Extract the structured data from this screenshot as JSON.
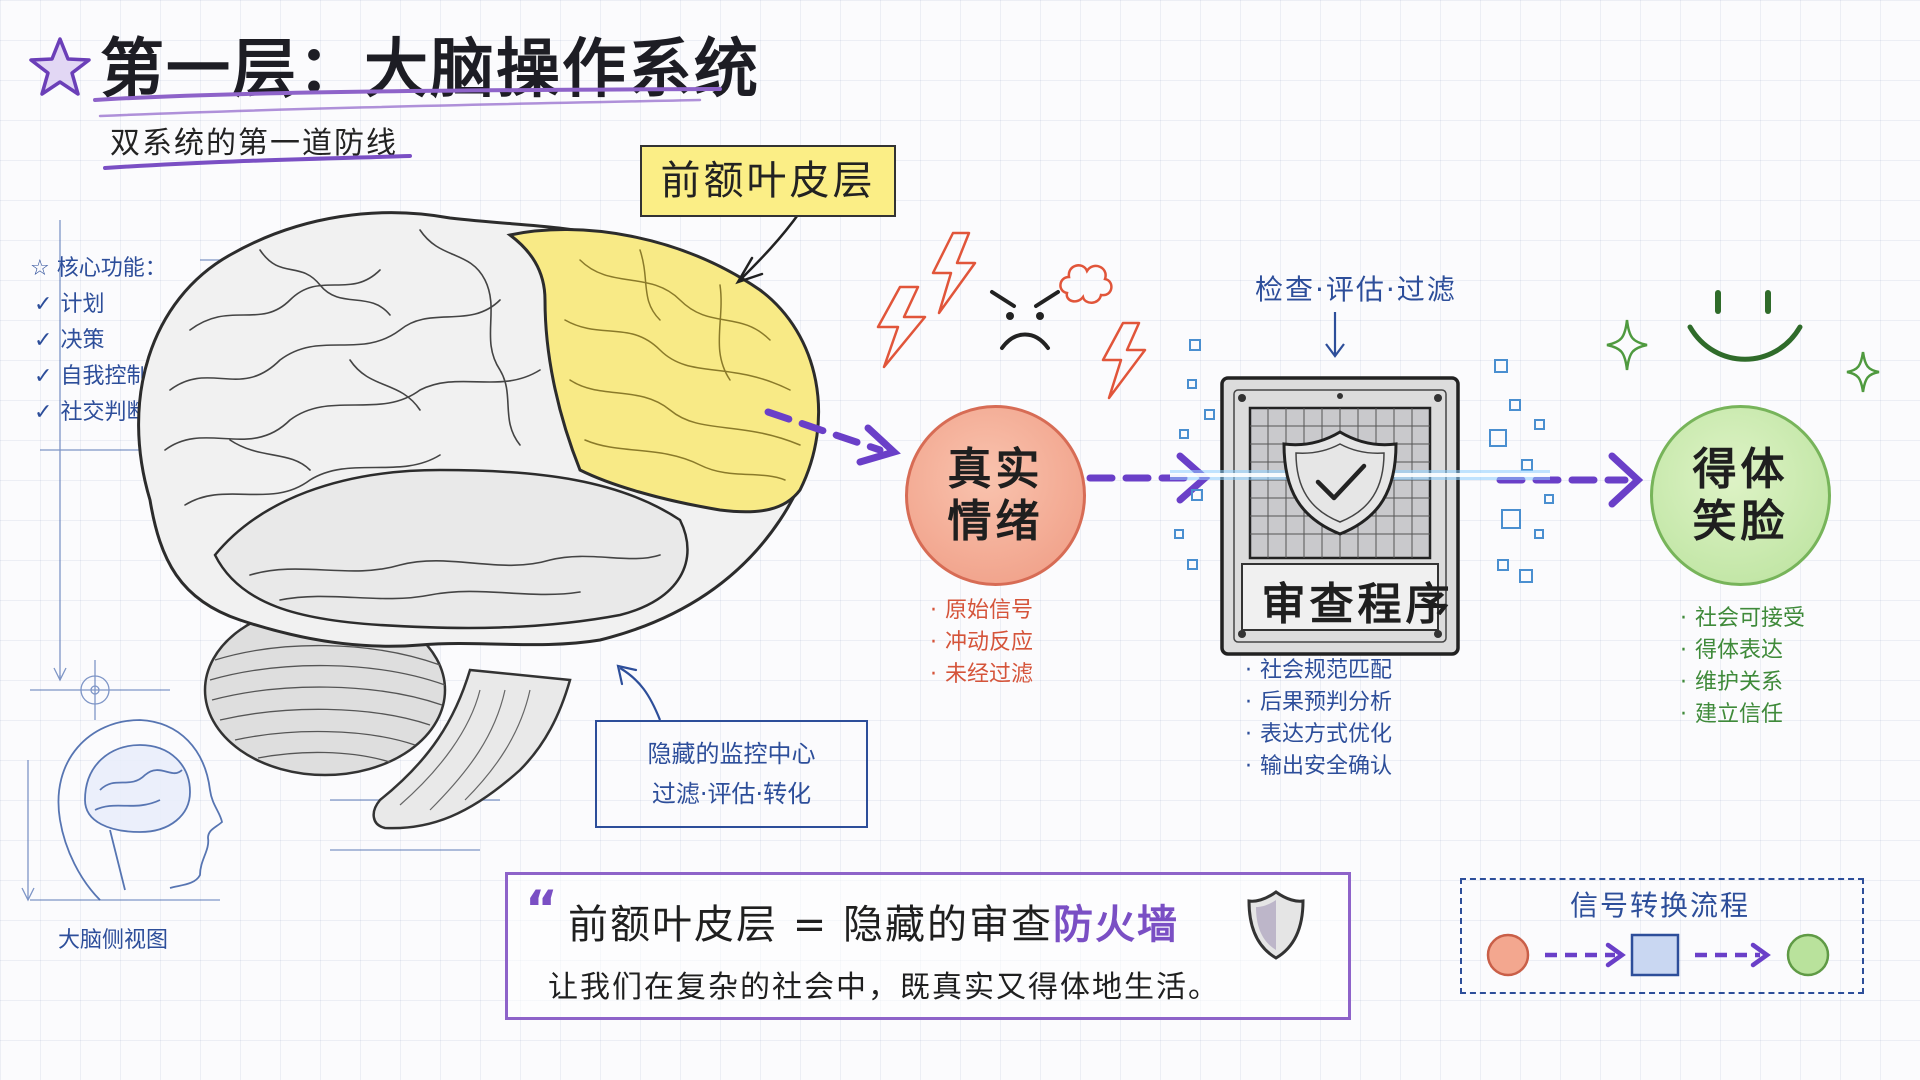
{
  "header": {
    "title": "第一层：大脑操作系统",
    "subtitle": "双系统的第一道防线"
  },
  "core_functions": {
    "title": "核心功能：",
    "items": [
      "计划",
      "决策",
      "自我控制",
      "社交判断"
    ]
  },
  "brain": {
    "pfc_label": "前额叶皮层",
    "side_view_caption": "大脑侧视图",
    "monitor_box": {
      "line1": "隐藏的监控中心",
      "line2": "过滤·评估·转化"
    }
  },
  "stages": {
    "real_emotion": {
      "line1": "真实",
      "line2": "情绪",
      "items": [
        "原始信号",
        "冲动反应",
        "未经过滤"
      ]
    },
    "review": {
      "top_label": "检查·评估·过滤",
      "label": "审查程序",
      "items": [
        "社会规范匹配",
        "后果预判分析",
        "表达方式优化",
        "输出安全确认"
      ]
    },
    "appropriate_smile": {
      "line1": "得体",
      "line2": "笑脸",
      "items": [
        "社会可接受",
        "得体表达",
        "维护关系",
        "建立信任"
      ]
    }
  },
  "quote": {
    "mark": "“",
    "main_prefix": "前额叶皮层 = 隐藏的审查",
    "main_highlight": "防火墙",
    "sub": "让我们在复杂的社会中，既真实又得体地生活。"
  },
  "flow": {
    "title": "信号转换流程"
  },
  "colors": {
    "emotion": "#ef9a82",
    "smile": "#b9e29c",
    "accent": "#7a4fc4",
    "ink_blue": "#2d4e9a",
    "pfc": "#fbee86"
  }
}
